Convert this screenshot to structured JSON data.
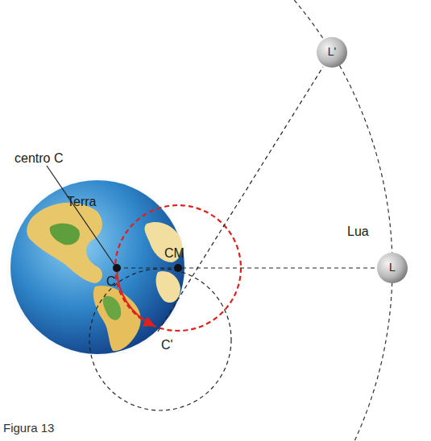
{
  "diagram": {
    "caption": "Figura 13",
    "nodes": [
      {
        "text": [
          "Terra"
        ]
      },
      {
        "text": [
          "L'"
        ]
      },
      {
        "text": [
          "L",
          "Lua"
        ]
      }
    ],
    "labels": [
      "centro C",
      "C",
      "CM",
      "C'"
    ]
  }
}
